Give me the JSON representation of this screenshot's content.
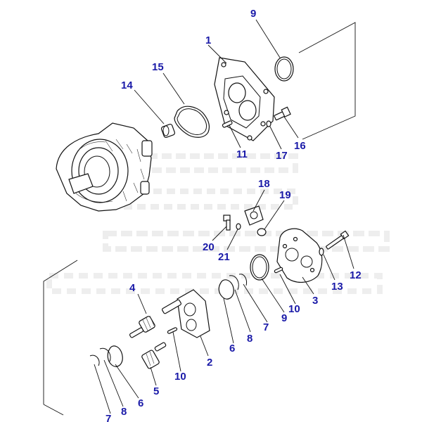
{
  "diagram": {
    "callouts": {
      "c1": "1",
      "c2": "2",
      "c3": "3",
      "c4": "4",
      "c5": "5",
      "c6a": "6",
      "c6b": "6",
      "c7a": "7",
      "c7b": "7",
      "c8a": "8",
      "c8b": "8",
      "c9a": "9",
      "c9b": "9",
      "c10a": "10",
      "c10b": "10",
      "c11": "11",
      "c12": "12",
      "c13": "13",
      "c14": "14",
      "c15": "15",
      "c16": "16",
      "c17": "17",
      "c18": "18",
      "c19": "19",
      "c20": "20",
      "c21": "21"
    },
    "label_color": "#1a1aa8",
    "line_color": "#111111"
  }
}
